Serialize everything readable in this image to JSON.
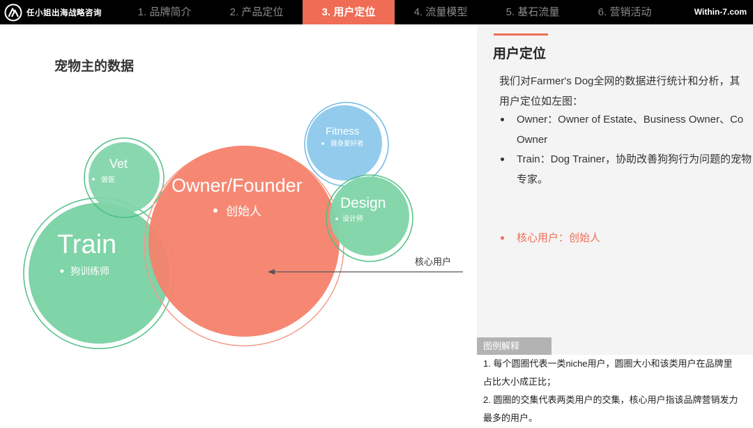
{
  "header": {
    "brand": "任小姐出海战略咨询",
    "tabs": [
      "1. 品牌简介",
      "2. 产品定位",
      "3. 用户定位",
      "4. 流量模型",
      "5. 基石流量",
      "6. 营销活动"
    ],
    "active_tab_index": 2,
    "site": "Within-7.com"
  },
  "left": {
    "title": "宠物主的数据"
  },
  "diagram": {
    "circles": [
      {
        "label": "Train",
        "sub": "狗训练师",
        "color": "#7fd4a8"
      },
      {
        "label": "Vet",
        "sub": "兽医",
        "color": "#7fd4a8"
      },
      {
        "label": "Owner/Founder",
        "sub": "创始人",
        "color": "#f6826b"
      },
      {
        "label": "Fitness",
        "sub": "健身爱好者",
        "color": "#8dc8ec"
      },
      {
        "label": "Design",
        "sub": "设计师",
        "color": "#7fd4a8"
      }
    ],
    "arrow_label": "核心用户"
  },
  "panel": {
    "title": "用户定位",
    "intro": "我们对Farmer's Dog全网的数据进行统计和分析，其用户定位如左图：",
    "bullets": [
      "Owner：Owner of Estate、Business Owner、Co Owner",
      "Train：Dog Trainer，协助改善狗狗行为问题的宠物专家。"
    ],
    "core": "核心用户：创始人"
  },
  "legend": {
    "tag": "图例解释",
    "notes": [
      "1. 每个圆圈代表一类niche用户，圆圈大小和该类用户在品牌里占比大小成正比；",
      "2. 圆圈的交集代表两类用户的交集，核心用户指该品牌营销发力最多的用户。"
    ]
  },
  "colors": {
    "accent": "#f06d55",
    "green": "#7fd4a8",
    "blue": "#8dc8ec",
    "coral": "#f6826b"
  }
}
